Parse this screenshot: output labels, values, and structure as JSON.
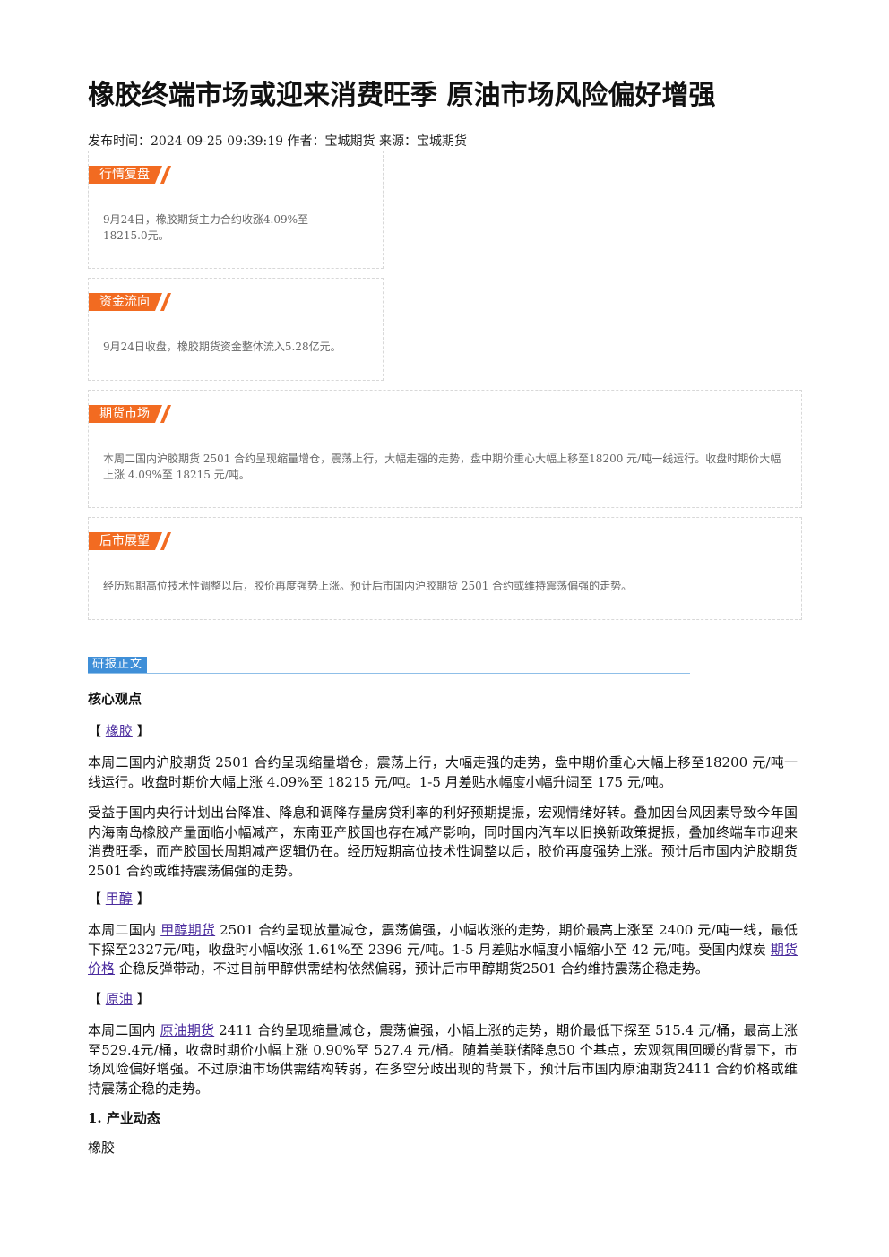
{
  "article": {
    "title": "橡胶终端市场或迎来消费旺季 原油市场风险偏好增强",
    "meta": "发布时间：2024-09-25 09:39:19 作者：宝城期货 来源：宝城期货"
  },
  "cards": [
    {
      "tag": "行情复盘",
      "text": "9月24日，橡胶期货主力合约收涨4.09%至18215.0元。"
    },
    {
      "tag": "资金流向",
      "text": "9月24日收盘，橡胶期货资金整体流入5.28亿元。"
    },
    {
      "tag": "期货市场",
      "text": "本周二国内沪胶期货 2501 合约呈现缩量增仓，震荡上行，大幅走强的走势，盘中期价重心大幅上移至18200 元/吨一线运行。收盘时期价大幅上涨 4.09%至 18215 元/吨。"
    },
    {
      "tag": "后市展望",
      "text": "经历短期高位技术性调整以后，胶价再度强势上涨。预计后市国内沪胶期货 2501 合约或维持震荡偏强的走势。"
    }
  ],
  "report": {
    "section_tag": "研报正文",
    "core_heading": "核心观点",
    "rubber": {
      "bracket_open": "【",
      "label": "橡胶",
      "bracket_close": "】",
      "para1": "本周二国内沪胶期货 2501 合约呈现缩量增仓，震荡上行，大幅走强的走势，盘中期价重心大幅上移至18200 元/吨一线运行。收盘时期价大幅上涨 4.09%至 18215 元/吨。1-5 月差贴水幅度小幅升阔至 175 元/吨。",
      "para2": "受益于国内央行计划出台降准、降息和调降存量房贷利率的利好预期提振，宏观情绪好转。叠加因台风因素导致今年国内海南岛橡胶产量面临小幅减产，东南亚产胶国也存在减产影响，同时国内汽车以旧换新政策提振，叠加终端车市迎来消费旺季，而产胶国长周期减产逻辑仍在。经历短期高位技术性调整以后，胶价再度强势上涨。预计后市国内沪胶期货 2501 合约或维持震荡偏强的走势。"
    },
    "methanol": {
      "bracket_open": "【",
      "label": "甲醇",
      "bracket_close": "】",
      "p_a": "本周二国内 ",
      "link1": "甲醇期货",
      "p_b": " 2501 合约呈现放量减仓，震荡偏强，小幅收涨的走势，期价最高上涨至 2400 元/吨一线，最低下探至2327元/吨，收盘时小幅收涨 1.61%至 2396 元/吨。1-5 月差贴水幅度小幅缩小至 42 元/吨。受国内煤炭 ",
      "link2": "期货价格",
      "p_c": " 企稳反弹带动，不过目前甲醇供需结构依然偏弱，预计后市甲醇期货2501 合约维持震荡企稳走势。"
    },
    "crude": {
      "bracket_open": "【",
      "label": "原油",
      "bracket_close": "】",
      "p_a": "本周二国内 ",
      "link1": "原油期货",
      "p_b": " 2411 合约呈现缩量减仓，震荡偏强，小幅上涨的走势，期价最低下探至 515.4 元/桶，最高上涨至529.4元/桶，收盘时期价小幅上涨 0.90%至 527.4 元/桶。随着美联储降息50 个基点，宏观氛围回暖的背景下，市场风险偏好增强。不过原油市场供需结构转弱，在多空分歧出现的背景下，预计后市国内原油期货2411 合约价格或维持震荡企稳的走势。"
    },
    "industry_heading": "1. 产业动态",
    "industry_sub": "橡胶"
  }
}
